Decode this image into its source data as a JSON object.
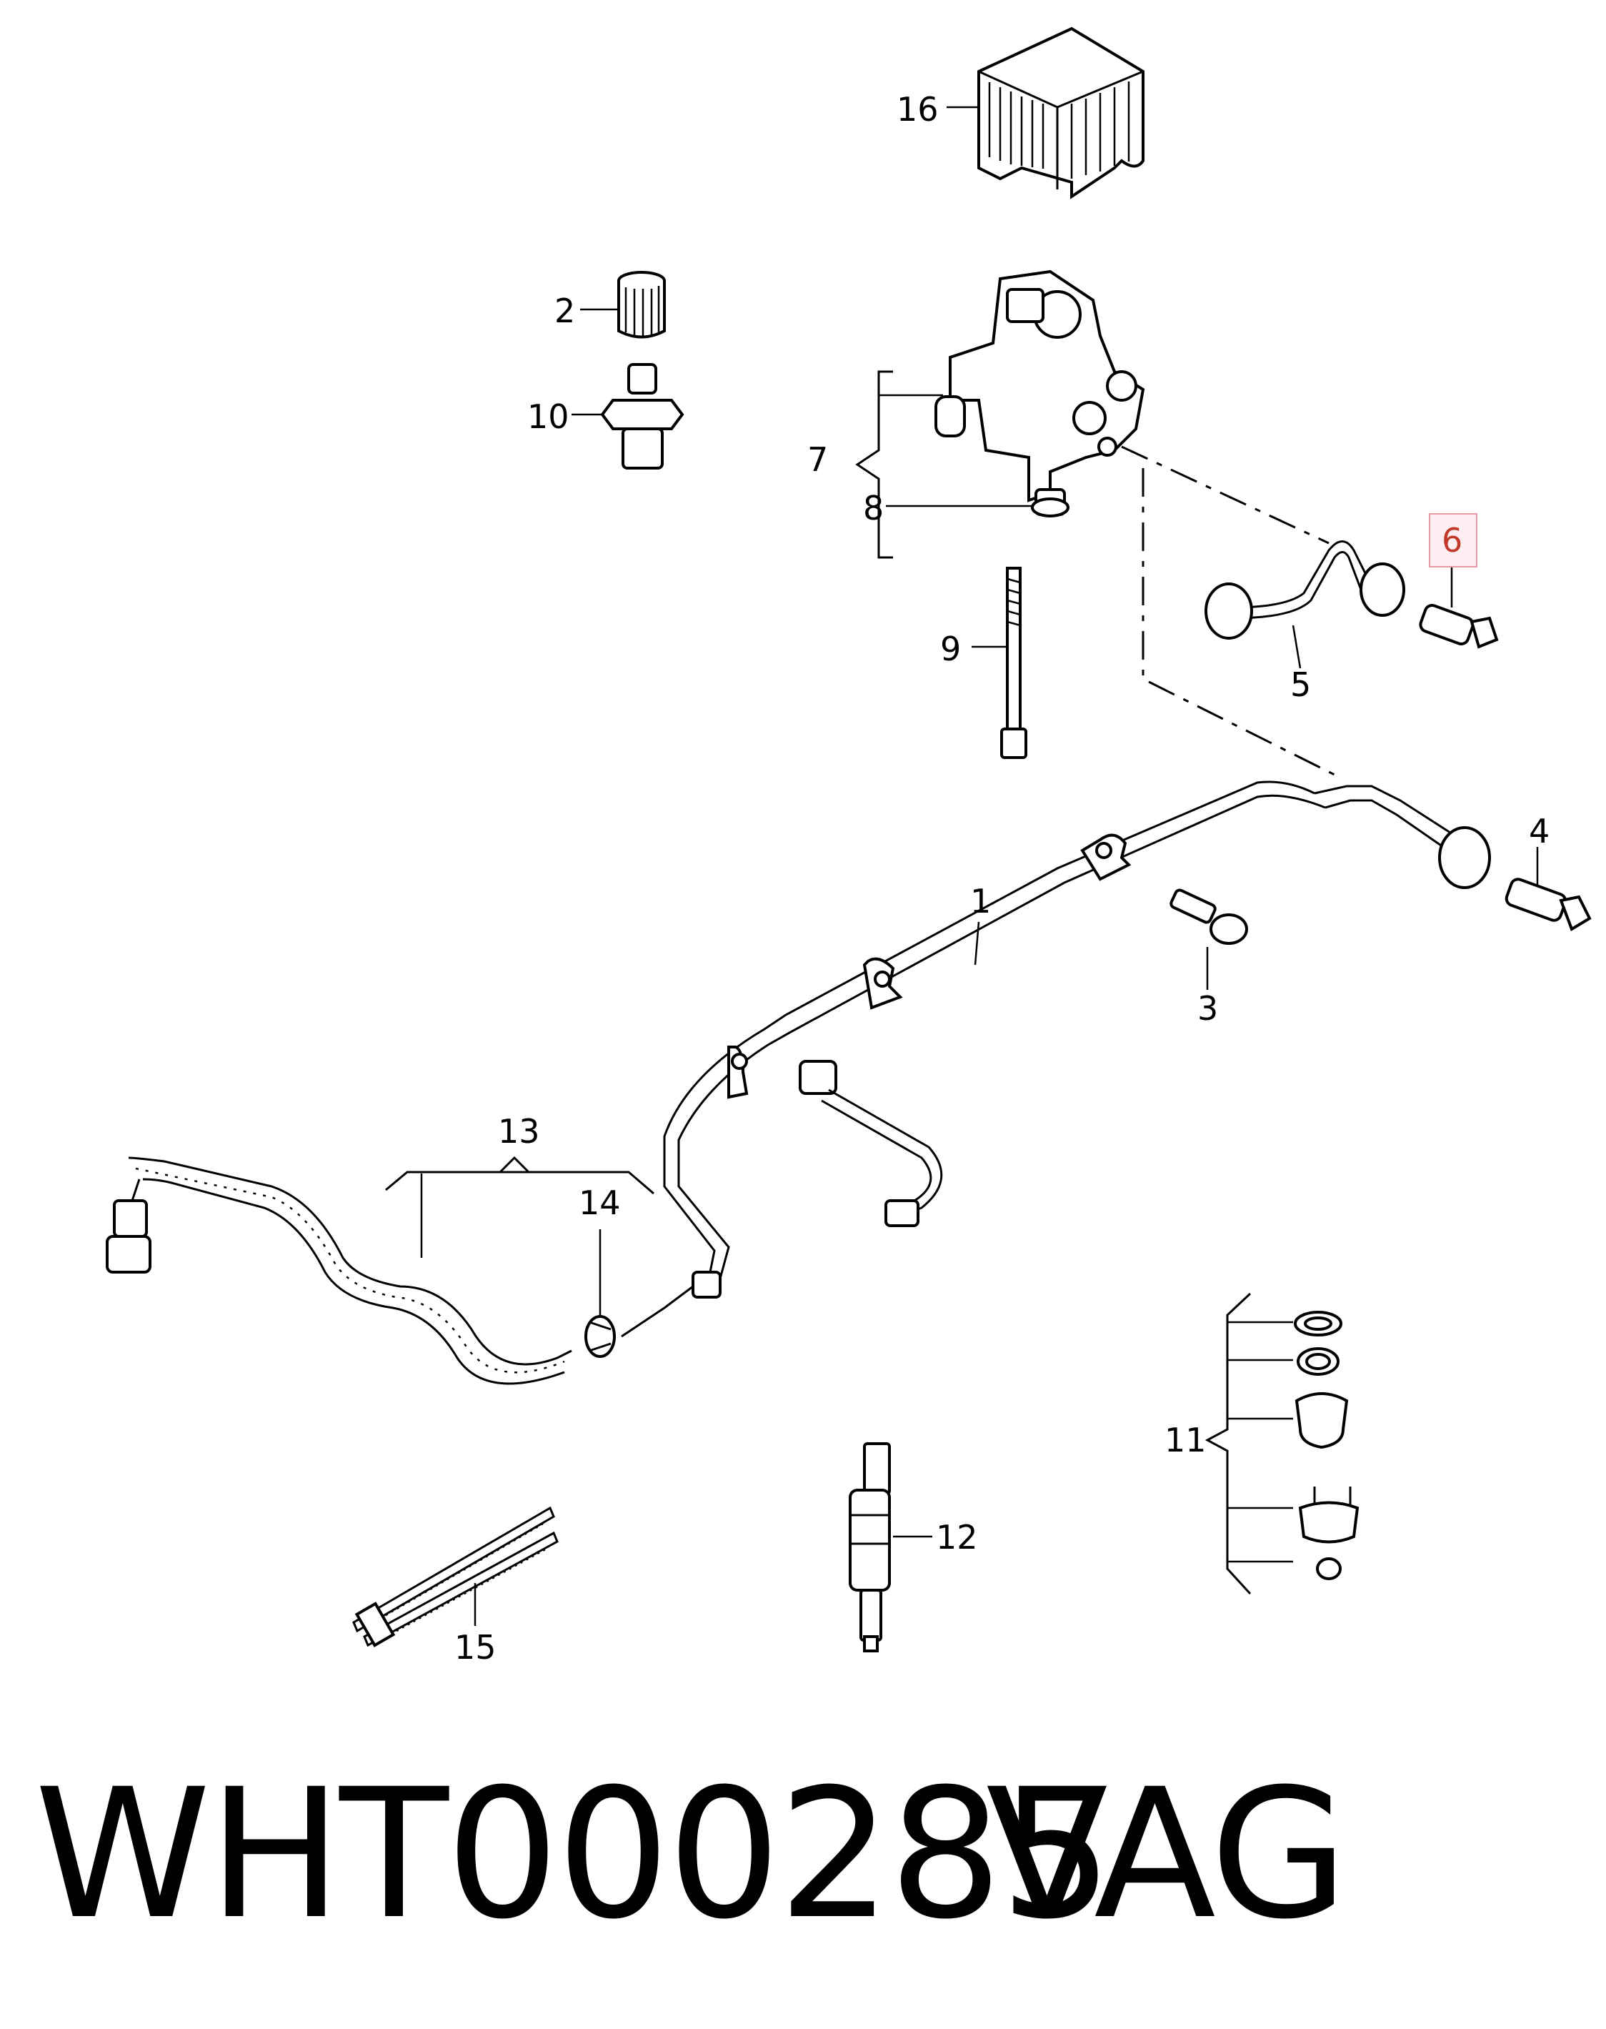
{
  "callouts": {
    "c1": "1",
    "c2": "2",
    "c3": "3",
    "c4": "4",
    "c5": "5",
    "c6": "6",
    "c7": "7",
    "c8": "8",
    "c9": "9",
    "c10": "10",
    "c11": "11",
    "c12": "12",
    "c13": "13",
    "c14": "14",
    "c15": "15",
    "c16": "16"
  },
  "highlighted_callout": "6",
  "highlight_color": "#c0392b",
  "caption": {
    "part_number": "WHT000285",
    "brand": "VAG"
  }
}
